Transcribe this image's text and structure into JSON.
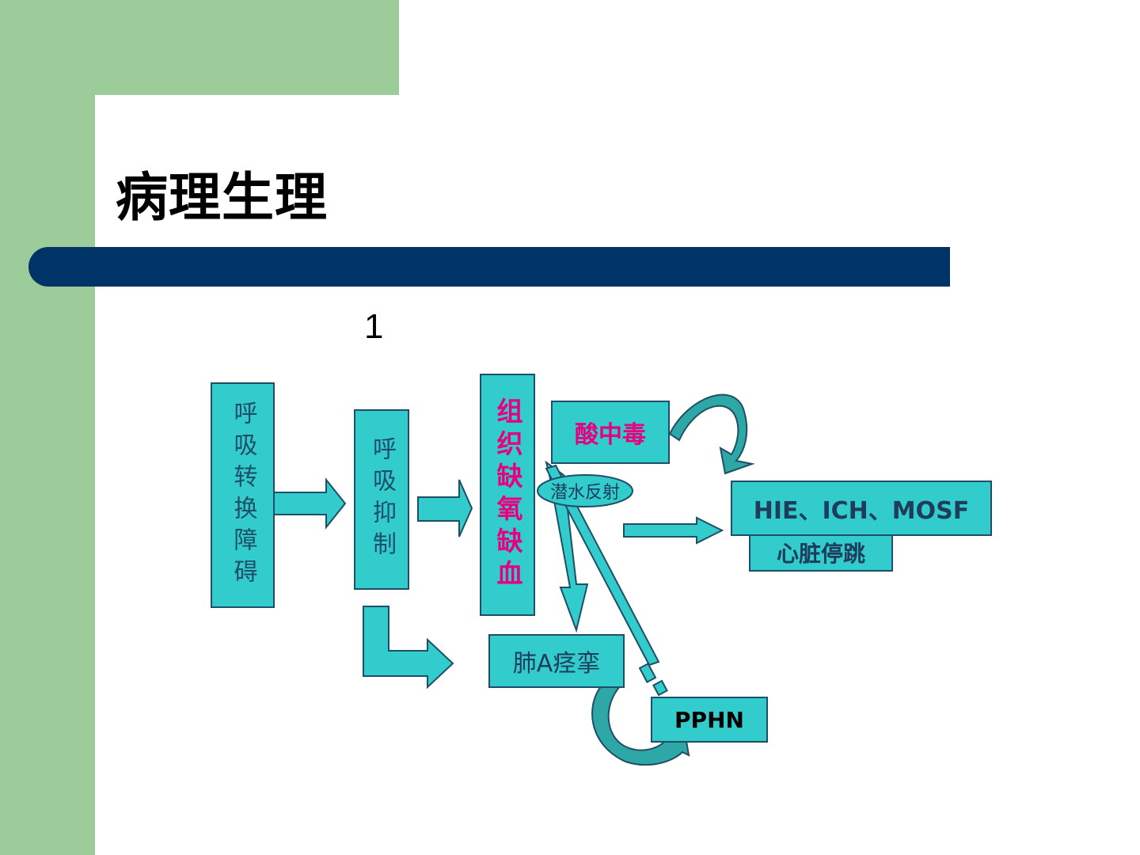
{
  "slide": {
    "title": "病理生理",
    "number": "1"
  },
  "colors": {
    "green": "#9ccc9a",
    "navy": "#003366",
    "box_fill": "#33cccc",
    "box_border": "#1e4f66",
    "highlight": "#e6007e"
  },
  "diagram": {
    "nodes": {
      "respiratory_transition": "呼吸转换障碍",
      "respiratory_depression": "呼吸抑制",
      "tissue_hypoxia": "组织缺氧缺血",
      "acidosis": "酸中毒",
      "diving_reflex": "潜水反射",
      "hie_ich_mosf": "HIE、ICH、MOSF",
      "cardiac_arrest": "心脏停跳",
      "pulmonary_spasm": "肺A痉挛",
      "pphn": "PPHN"
    }
  }
}
